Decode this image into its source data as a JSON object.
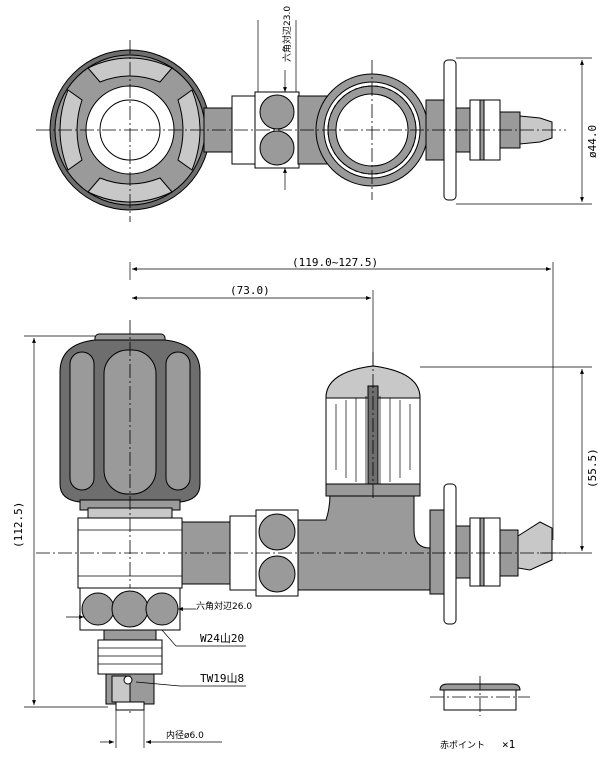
{
  "dimensions": {
    "hex_top": "六角対辺23.0",
    "dia_44": "ø44.0",
    "overall_len": "(119.0~127.5)",
    "len_73": "(73.0)",
    "height_112": "(112.5)",
    "height_55": "(55.5)",
    "hex_bottom": "六角対辺26.0",
    "thread_w24": "W24山20",
    "thread_tw19": "TW19山8",
    "inner_dia": "内径ø6.0"
  },
  "accessory": {
    "label": "赤ポイント",
    "quantity": "×1"
  },
  "colors": {
    "line": "#000000",
    "mid_gray": "#9a9a9a",
    "dark_gray": "#6e6e6e",
    "light_gray": "#c8c8c8"
  }
}
